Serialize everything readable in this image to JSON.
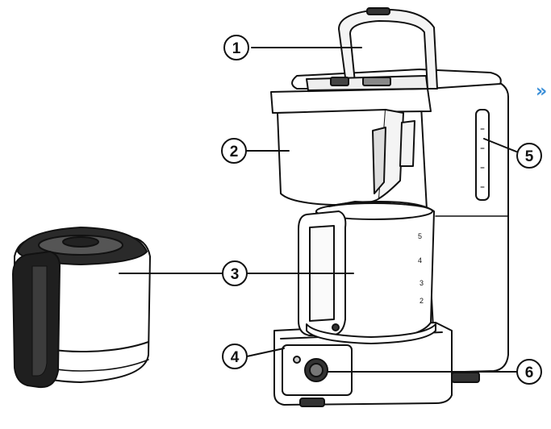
{
  "callouts": [
    {
      "number": "1"
    },
    {
      "number": "2"
    },
    {
      "number": "3"
    },
    {
      "number": "4"
    },
    {
      "number": "5"
    },
    {
      "number": "6"
    }
  ],
  "nav": {
    "next_glyph": "»"
  },
  "colors": {
    "line": "#111111",
    "body": "#ffffff",
    "accent": "#3a8fd8",
    "dark": "#1a1a1a"
  },
  "icons": [
    "chevron-right-icon"
  ]
}
